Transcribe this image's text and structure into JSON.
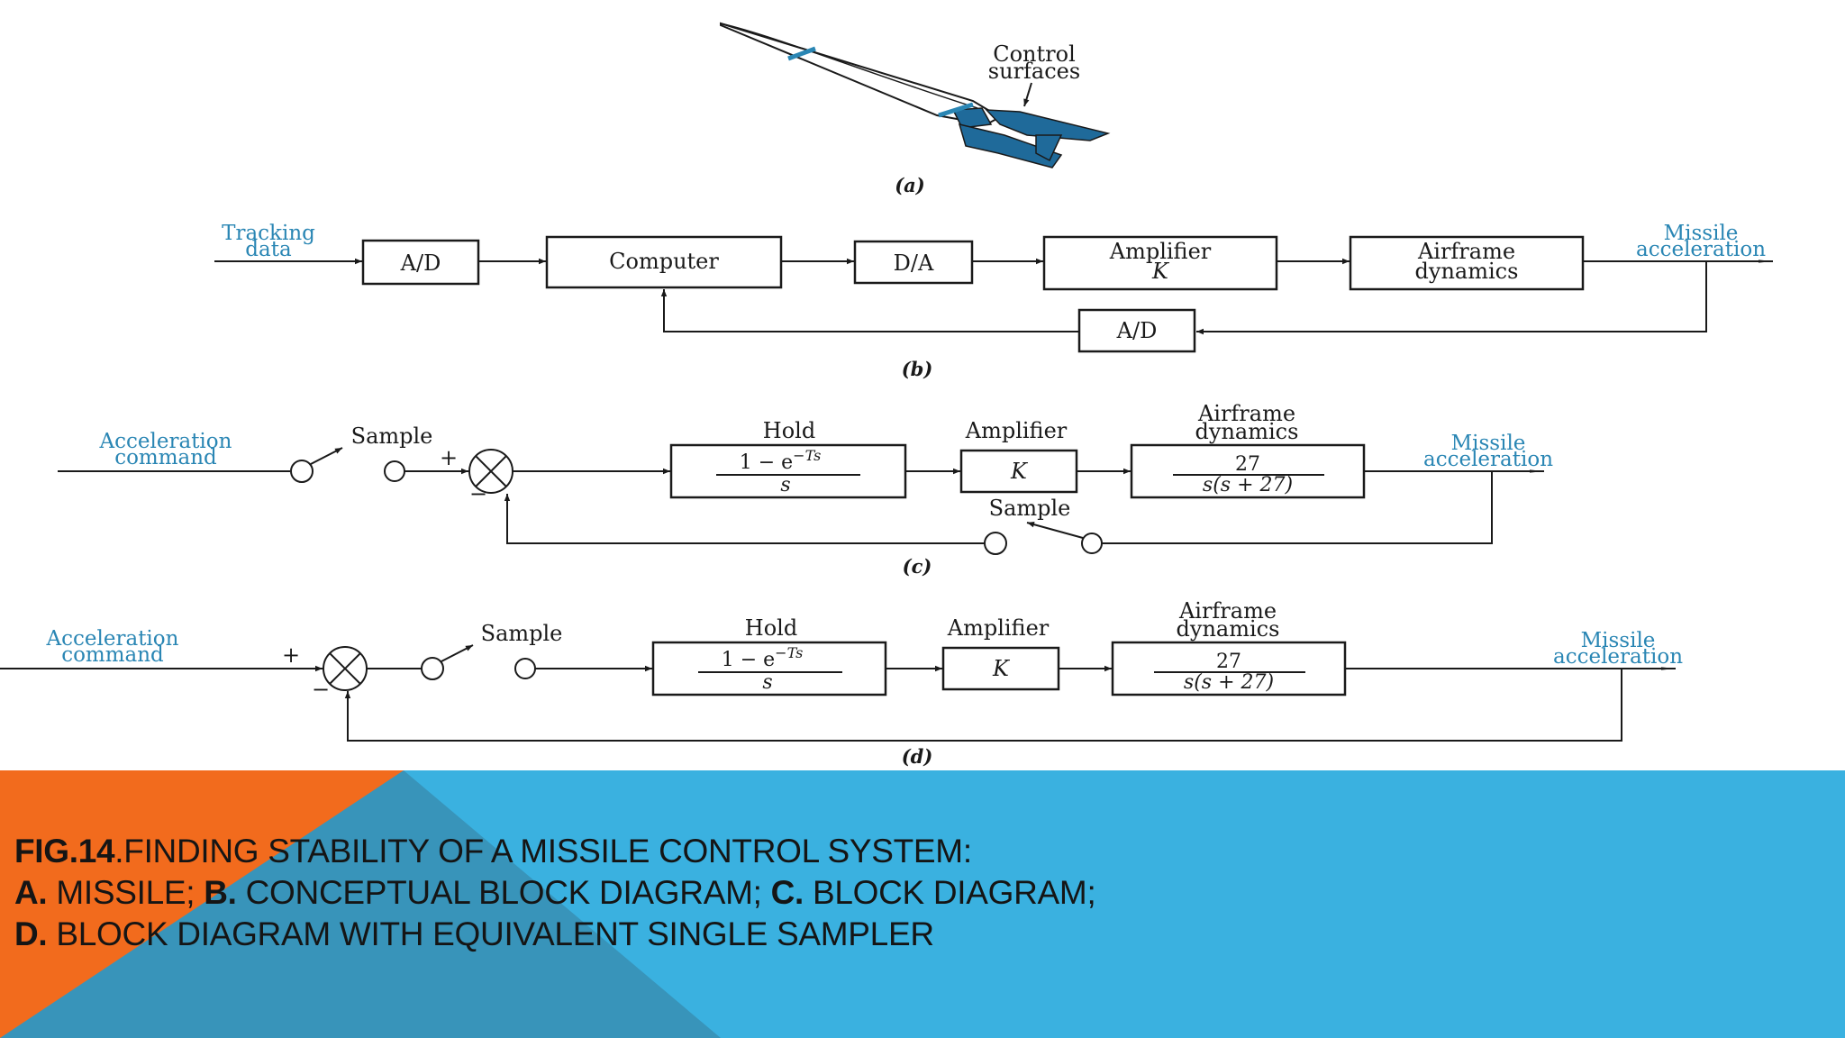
{
  "panel_a": {
    "control_label_1": "Control",
    "control_label_2": "surfaces",
    "caption": "(a)"
  },
  "panel_b": {
    "input_label_1": "Tracking",
    "input_label_2": "data",
    "ad1": "A/D",
    "computer": "Computer",
    "da": "D/A",
    "amp_1": "Amplifier",
    "amp_2": "K",
    "airframe_1": "Airframe",
    "airframe_2": "dynamics",
    "ad2": "A/D",
    "output_label_1": "Missile",
    "output_label_2": "acceleration",
    "caption": "(b)"
  },
  "panel_c": {
    "input_label_1": "Acceleration",
    "input_label_2": "command",
    "sample_top": "Sample",
    "plus": "+",
    "minus": "−",
    "hold_label": "Hold",
    "hold_num": "1 − e",
    "hold_exp": "−Ts",
    "hold_den": "s",
    "amp_label": "Amplifier",
    "amp_gain": "K",
    "air_label_1": "Airframe",
    "air_label_2": "dynamics",
    "air_num": "27",
    "air_den": "s(s + 27)",
    "sample_bottom": "Sample",
    "output_label_1": "Missile",
    "output_label_2": "acceleration",
    "caption": "(c)"
  },
  "panel_d": {
    "input_label_1": "Acceleration",
    "input_label_2": "command",
    "plus": "+",
    "minus": "−",
    "sample": "Sample",
    "hold_label": "Hold",
    "hold_num": "1 − e",
    "hold_exp": "−Ts",
    "hold_den": "s",
    "amp_label": "Amplifier",
    "amp_gain": "K",
    "air_label_1": "Airframe",
    "air_label_2": "dynamics",
    "air_num": "27",
    "air_den": "s(s + 27)",
    "output_label_1": "Missile",
    "output_label_2": "acceleration",
    "caption": "(d)"
  },
  "footer": {
    "line1_bold": "FIG.14",
    "line1_rest": ".FINDING STABILITY OF A MISSILE CONTROL SYSTEM:",
    "line2_a_bold": "A.",
    "line2_a_text": " MISSILE; ",
    "line2_b_bold": "B.",
    "line2_b_text": " CONCEPTUAL BLOCK DIAGRAM; ",
    "line2_c_bold": "C.",
    "line2_c_text": " BLOCK DIAGRAM;",
    "line3_d_bold": "D.",
    "line3_d_text": " BLOCK DIAGRAM WITH EQUIVALENT SINGLE SAMPLER"
  },
  "colors": {
    "label_blue": "#2a86b4",
    "footer_blue": "#3ab1e0",
    "footer_orange": "#f26b1d",
    "footer_steel": "#3894ba",
    "missile_blue": "#1f6a9a"
  }
}
